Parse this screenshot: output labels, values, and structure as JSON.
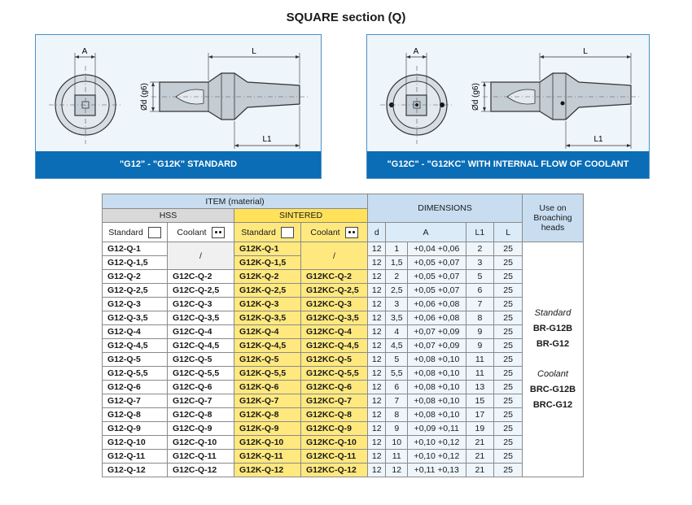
{
  "title": "SQUARE section (Q)",
  "panels": {
    "left_caption": "\"G12\" - \"G12K\" STANDARD",
    "right_caption": "\"G12C\" - \"G12KC\" WITH INTERNAL FLOW OF COOLANT",
    "dims": {
      "a": "A",
      "l": "L",
      "l1": "L1",
      "d": "Ød (g6)"
    }
  },
  "table": {
    "item_header": "ITEM (material)",
    "hss_header": "HSS",
    "sintered_header": "SINTERED",
    "standard_label": "Standard",
    "coolant_label": "Coolant",
    "dimensions_header": "DIMENSIONS",
    "use_header": "Use on Broaching heads",
    "dim_cols": [
      "d",
      "A",
      "L1",
      "L"
    ],
    "slash": "/",
    "rows": [
      {
        "hss": "G12-Q-1",
        "hssc": "",
        "sk": "G12K-Q-1",
        "skc": "",
        "d": "12",
        "a": "1",
        "tol": "+0,04 +0,06",
        "l1": "2",
        "l": "25"
      },
      {
        "hss": "G12-Q-1,5",
        "hssc": "",
        "sk": "G12K-Q-1,5",
        "skc": "",
        "d": "12",
        "a": "1,5",
        "tol": "+0,05 +0,07",
        "l1": "3",
        "l": "25"
      },
      {
        "hss": "G12-Q-2",
        "hssc": "G12C-Q-2",
        "sk": "G12K-Q-2",
        "skc": "G12KC-Q-2",
        "d": "12",
        "a": "2",
        "tol": "+0,05 +0,07",
        "l1": "5",
        "l": "25"
      },
      {
        "hss": "G12-Q-2,5",
        "hssc": "G12C-Q-2,5",
        "sk": "G12K-Q-2,5",
        "skc": "G12KC-Q-2,5",
        "d": "12",
        "a": "2,5",
        "tol": "+0,05 +0,07",
        "l1": "6",
        "l": "25"
      },
      {
        "hss": "G12-Q-3",
        "hssc": "G12C-Q-3",
        "sk": "G12K-Q-3",
        "skc": "G12KC-Q-3",
        "d": "12",
        "a": "3",
        "tol": "+0,06 +0,08",
        "l1": "7",
        "l": "25"
      },
      {
        "hss": "G12-Q-3,5",
        "hssc": "G12C-Q-3,5",
        "sk": "G12K-Q-3,5",
        "skc": "G12KC-Q-3,5",
        "d": "12",
        "a": "3,5",
        "tol": "+0,06 +0,08",
        "l1": "8",
        "l": "25"
      },
      {
        "hss": "G12-Q-4",
        "hssc": "G12C-Q-4",
        "sk": "G12K-Q-4",
        "skc": "G12KC-Q-4",
        "d": "12",
        "a": "4",
        "tol": "+0,07 +0,09",
        "l1": "9",
        "l": "25"
      },
      {
        "hss": "G12-Q-4,5",
        "hssc": "G12C-Q-4,5",
        "sk": "G12K-Q-4,5",
        "skc": "G12KC-Q-4,5",
        "d": "12",
        "a": "4,5",
        "tol": "+0,07 +0,09",
        "l1": "9",
        "l": "25"
      },
      {
        "hss": "G12-Q-5",
        "hssc": "G12C-Q-5",
        "sk": "G12K-Q-5",
        "skc": "G12KC-Q-5",
        "d": "12",
        "a": "5",
        "tol": "+0,08 +0,10",
        "l1": "11",
        "l": "25"
      },
      {
        "hss": "G12-Q-5,5",
        "hssc": "G12C-Q-5,5",
        "sk": "G12K-Q-5,5",
        "skc": "G12KC-Q-5,5",
        "d": "12",
        "a": "5,5",
        "tol": "+0,08 +0,10",
        "l1": "11",
        "l": "25"
      },
      {
        "hss": "G12-Q-6",
        "hssc": "G12C-Q-6",
        "sk": "G12K-Q-6",
        "skc": "G12KC-Q-6",
        "d": "12",
        "a": "6",
        "tol": "+0,08 +0,10",
        "l1": "13",
        "l": "25"
      },
      {
        "hss": "G12-Q-7",
        "hssc": "G12C-Q-7",
        "sk": "G12K-Q-7",
        "skc": "G12KC-Q-7",
        "d": "12",
        "a": "7",
        "tol": "+0,08 +0,10",
        "l1": "15",
        "l": "25"
      },
      {
        "hss": "G12-Q-8",
        "hssc": "G12C-Q-8",
        "sk": "G12K-Q-8",
        "skc": "G12KC-Q-8",
        "d": "12",
        "a": "8",
        "tol": "+0,08 +0,10",
        "l1": "17",
        "l": "25"
      },
      {
        "hss": "G12-Q-9",
        "hssc": "G12C-Q-9",
        "sk": "G12K-Q-9",
        "skc": "G12KC-Q-9",
        "d": "12",
        "a": "9",
        "tol": "+0,09 +0,11",
        "l1": "19",
        "l": "25"
      },
      {
        "hss": "G12-Q-10",
        "hssc": "G12C-Q-10",
        "sk": "G12K-Q-10",
        "skc": "G12KC-Q-10",
        "d": "12",
        "a": "10",
        "tol": "+0,10 +0,12",
        "l1": "21",
        "l": "25"
      },
      {
        "hss": "G12-Q-11",
        "hssc": "G12C-Q-11",
        "sk": "G12K-Q-11",
        "skc": "G12KC-Q-11",
        "d": "12",
        "a": "11",
        "tol": "+0,10 +0,12",
        "l1": "21",
        "l": "25"
      },
      {
        "hss": "G12-Q-12",
        "hssc": "G12C-Q-12",
        "sk": "G12K-Q-12",
        "skc": "G12KC-Q-12",
        "d": "12",
        "a": "12",
        "tol": "+0,11 +0,13",
        "l1": "21",
        "l": "25"
      }
    ],
    "use_on": {
      "standard_title": "Standard",
      "standard_codes": [
        "BR-G12B",
        "BR-G12"
      ],
      "coolant_title": "Coolant",
      "coolant_codes": [
        "BRC-G12B",
        "BRC-G12"
      ]
    }
  },
  "colors": {
    "panel_bg": "#eef5fb",
    "caption_bar": "#0a6db5",
    "sintered": "#ffe15a",
    "header_blue": "#c8ddf0"
  }
}
